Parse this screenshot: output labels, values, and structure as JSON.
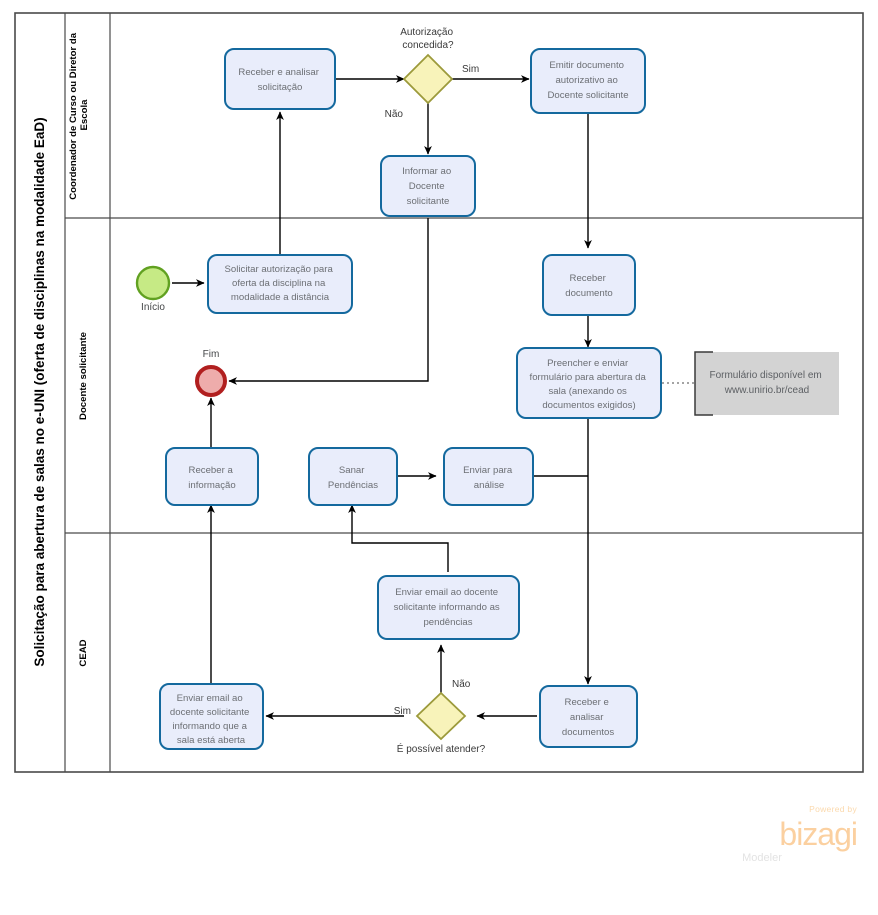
{
  "pool": {
    "title": "Solicitação para abertura de salas no e-UNI (oferta de disciplinas na modalidade EaD)",
    "lanes": [
      {
        "id": "coordenador",
        "label": "Coordenador de Curso ou Diretor da Escola"
      },
      {
        "id": "docente",
        "label": "Docente  solicitante"
      },
      {
        "id": "cead",
        "label": "CEAD"
      }
    ]
  },
  "events": [
    {
      "id": "start",
      "type": "start",
      "label": "Início",
      "lane": "docente"
    },
    {
      "id": "end",
      "type": "end",
      "label": "Fim",
      "lane": "docente"
    }
  ],
  "tasks": [
    {
      "id": "t1",
      "lane": "coordenador",
      "lines": [
        "Receber  e analisar",
        "solicitação"
      ]
    },
    {
      "id": "t2",
      "lane": "coordenador",
      "lines": [
        "Emitir documento",
        "autorizativo ao",
        "Docente solicitante"
      ]
    },
    {
      "id": "t3",
      "lane": "coordenador",
      "lines": [
        "Informar ao",
        "Docente",
        "solicitante"
      ]
    },
    {
      "id": "t4",
      "lane": "docente",
      "lines": [
        "Solicitar autorização para",
        "oferta da disciplina na",
        "modalidade a distância"
      ]
    },
    {
      "id": "t5",
      "lane": "docente",
      "lines": [
        "Receber",
        "documento"
      ]
    },
    {
      "id": "t6",
      "lane": "docente",
      "lines": [
        "Preencher e enviar",
        "formulário para abertura da",
        "sala (anexando os",
        "documentos exigidos)"
      ]
    },
    {
      "id": "t7",
      "lane": "docente",
      "lines": [
        "Receber a",
        "informação"
      ]
    },
    {
      "id": "t8",
      "lane": "docente",
      "lines": [
        "Sanar",
        "Pendências"
      ]
    },
    {
      "id": "t9",
      "lane": "docente",
      "lines": [
        "Enviar para",
        "análise"
      ]
    },
    {
      "id": "t10",
      "lane": "cead",
      "lines": [
        "Enviar email ao docente",
        "solicitante informando as",
        "pendências"
      ]
    },
    {
      "id": "t11",
      "lane": "cead",
      "lines": [
        "Enviar email ao",
        "docente solicitante",
        "informando que a",
        "sala está aberta"
      ]
    },
    {
      "id": "t12",
      "lane": "cead",
      "lines": [
        "Receber e",
        "analisar",
        "documentos"
      ]
    }
  ],
  "gateways": [
    {
      "id": "g1",
      "lane": "coordenador",
      "label": "Autorização concedida?",
      "label_lines": [
        "Autorização",
        "concedida?"
      ]
    },
    {
      "id": "g2",
      "lane": "cead",
      "label": "É possível atender?",
      "label_lines": [
        "É possível atender?"
      ]
    }
  ],
  "flow_labels": {
    "g1_yes": "Sim",
    "g1_no": "Não",
    "g2_yes": "Sim",
    "g2_no": "Não"
  },
  "annotation": {
    "id": "a1",
    "lines": [
      "Formulário disponível em",
      "www.unirio.br/cead"
    ]
  },
  "brand": {
    "powered_by": "Powered by",
    "name": "bizagi",
    "product": "Modeler"
  },
  "colors": {
    "task_fill": "#e9edfb",
    "task_stroke": "#14699e",
    "gateway_fill": "#f8f3ba",
    "gateway_stroke": "#9c9a3b",
    "start_fill": "#c6ea85",
    "start_stroke": "#61a121",
    "end_fill": "#eeacab",
    "end_stroke": "#b11f1f",
    "annotation_fill": "#d3d3d3",
    "pool_stroke": "#4a4a4a",
    "brand": "#fbd0a0"
  }
}
